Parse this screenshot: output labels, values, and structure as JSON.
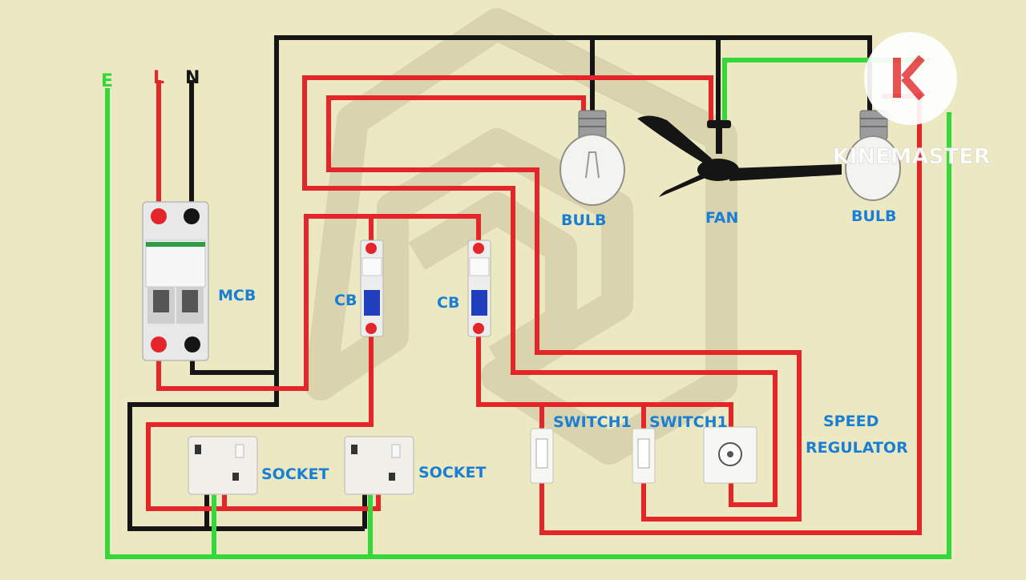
{
  "supply": {
    "earth": "E",
    "live": "L",
    "neutral": "N"
  },
  "components": {
    "mcb": "MCB",
    "cb1": "CB",
    "cb2": "CB",
    "bulb1": "BULB",
    "fan": "FAN",
    "bulb2": "BULB",
    "switch1": "SWITCH1",
    "switch2": "SWITCH1",
    "speed_regulator_line1": "SPEED",
    "speed_regulator_line2": "REGULATOR",
    "socket1": "SOCKET",
    "socket2": "SOCKET"
  },
  "watermark": {
    "text": "KINEMASTER"
  },
  "colors": {
    "background": "#ece8c2",
    "live_wire": "#e4262b",
    "neutral_wire": "#151515",
    "earth_wire": "#35d83a",
    "label_blue": "#1a7fd4",
    "supply_label_red": "#e4262b",
    "supply_label_black": "#151515",
    "supply_label_green": "#35d83a"
  }
}
